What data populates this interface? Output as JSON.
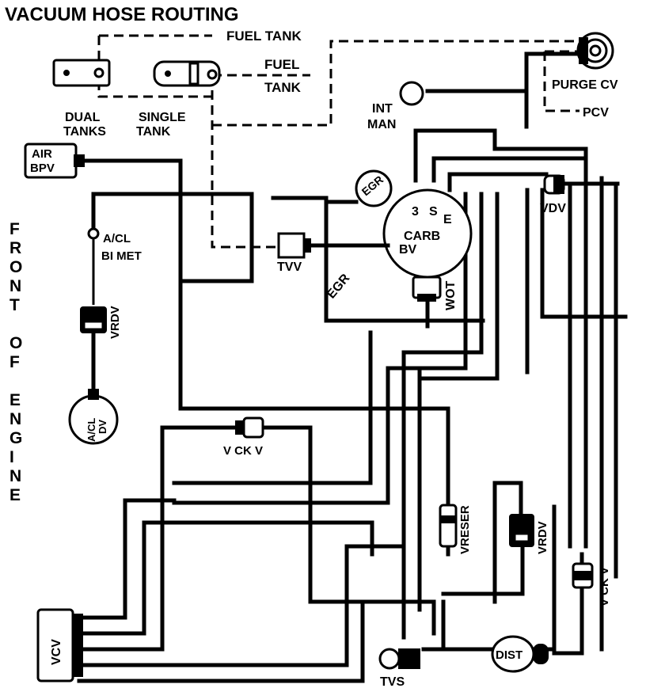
{
  "title": "VACUUM HOSE ROUTING",
  "side_label": "FRONT OF ENGINE",
  "labels": {
    "fuel_tank_top": "FUEL TANK",
    "fuel_tank_right_1": "FUEL",
    "fuel_tank_right_2": "TANK",
    "dual_tanks_1": "DUAL",
    "dual_tanks_2": "TANKS",
    "single_tank_1": "SINGLE",
    "single_tank_2": "TANK",
    "purge_cv": "PURGE CV",
    "pcv": "PCV",
    "int_man_1": "INT",
    "int_man_2": "MAN",
    "air_bpv_1": "AIR",
    "air_bpv_2": "BPV",
    "egr_valve": "EGR",
    "carb": "CARB",
    "carb_port_3": "3",
    "carb_port_s": "S",
    "carb_port_e": "E",
    "carb_port_bv": "BV",
    "vdv": "VDV",
    "acl_bimet_1": "A/CL",
    "acl_bimet_2": "BI  MET",
    "tvv": "TVV",
    "egr_line": "EGR",
    "wot": "WOT",
    "vrdv_left": "VRDV",
    "acl_dv_1": "A/CL",
    "acl_dv_2": "DV",
    "vckv_mid": "V CK V",
    "vreser": "VRESER",
    "vrdv_right": "VRDV",
    "vckv_right": "V CK V",
    "vcv": "VCV",
    "tvs": "TVS",
    "dist": "DIST"
  }
}
